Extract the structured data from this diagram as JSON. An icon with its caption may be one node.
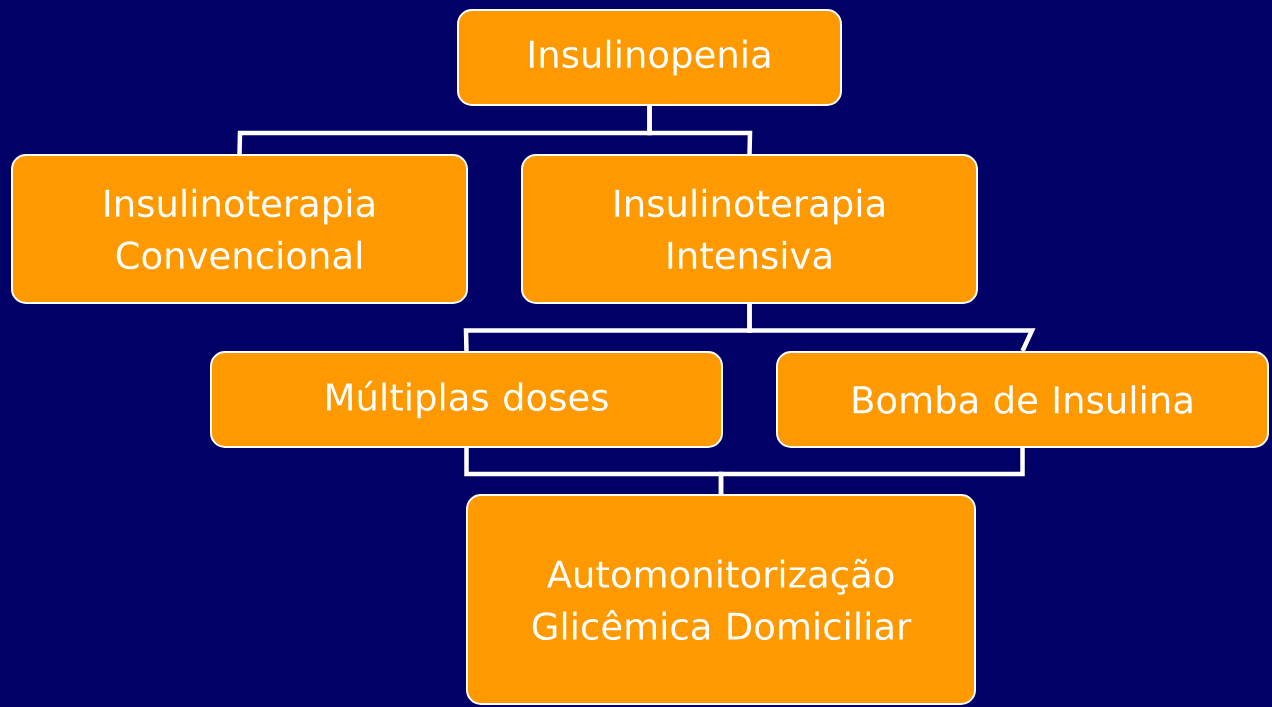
{
  "diagram": {
    "nodes": [
      {
        "text": [
          "Insulinopenia"
        ]
      },
      {
        "text": [
          "Insulinoterapia Convencional"
        ]
      },
      {
        "text": [
          "Insulinoterapia Intensiva"
        ]
      },
      {
        "text": [
          "Múltiplas doses"
        ]
      },
      {
        "text": [
          "Bomba de Insulina"
        ]
      },
      {
        "text": [
          "Automonitorização Glicêmica Domiciliar"
        ]
      }
    ],
    "edges": [
      {
        "from": 0,
        "to": 1,
        "arrow": "none"
      },
      {
        "from": 0,
        "to": 2,
        "arrow": "none"
      },
      {
        "from": 2,
        "to": 3,
        "arrow": "none"
      },
      {
        "from": 2,
        "to": 4,
        "arrow": "none"
      },
      {
        "from": 3,
        "to": 5,
        "arrow": "none"
      },
      {
        "from": 4,
        "to": 5,
        "arrow": "none"
      }
    ]
  }
}
